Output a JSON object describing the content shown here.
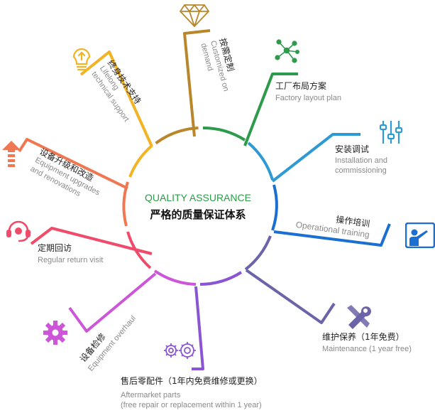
{
  "center": {
    "title_en": "QUALITY ASSURANCE",
    "title_cn": "严格的质量保证体系"
  },
  "items": [
    {
      "key": "custom",
      "cn": "按需定制",
      "en1": "Customized on",
      "en2": "demand",
      "color": "#b8872b",
      "icon": "diamond-icon"
    },
    {
      "key": "layout",
      "cn": "工厂布局方案",
      "en1": "Factory  layout plan",
      "color": "#2e9a4c",
      "icon": "network-icon"
    },
    {
      "key": "install",
      "cn": "安装调试",
      "en1": "Installation and",
      "en2": "commissioning",
      "color": "#2d9ad3",
      "icon": "sliders-icon"
    },
    {
      "key": "training",
      "cn": "操作培训",
      "en1": "Operational training",
      "color": "#1a6fd1",
      "icon": "presenter-icon"
    },
    {
      "key": "maintenance",
      "cn": "维护保养（1年免费）",
      "en1": "Maintenance (1 year free)",
      "color": "#6b64a8",
      "icon": "tools-icon"
    },
    {
      "key": "parts",
      "cn": "售后零配件（1年内免费维修或更换）",
      "en1": "Aftermarket parts",
      "en2": "(free repair or replacement within 1 year)",
      "color": "#8a55d4",
      "icon": "gears-icon"
    },
    {
      "key": "overhaul",
      "cn": "设备检修",
      "en1": "Equipment overhaul",
      "color": "#cc55d8",
      "icon": "gear-icon"
    },
    {
      "key": "return",
      "cn": "定期回访",
      "en1": "Regular return visit",
      "color": "#f04b6a",
      "icon": "headset-icon"
    },
    {
      "key": "upgrade",
      "cn": "设备升级和改造",
      "en1": "Equipment upgrades",
      "en2": "and renovations",
      "color": "#ef7852",
      "icon": "upload-arrow-icon"
    },
    {
      "key": "support",
      "cn": "终身技术支持",
      "en1": "Lifelong",
      "en2": "technical support",
      "color": "#f2b324",
      "icon": "lightbulb-icon"
    }
  ]
}
